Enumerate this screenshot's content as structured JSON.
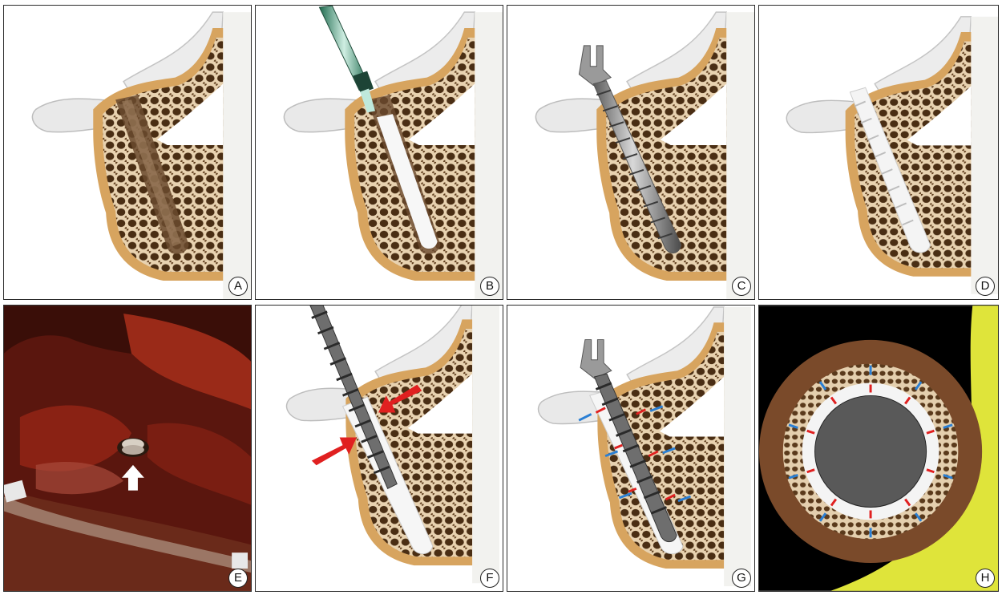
{
  "panels": [
    {
      "id": "A",
      "label": "A",
      "content": "vertebra-with-cavity"
    },
    {
      "id": "B",
      "label": "B",
      "content": "cement-injection"
    },
    {
      "id": "C",
      "label": "C",
      "content": "screw-insertion"
    },
    {
      "id": "D",
      "label": "D",
      "content": "screw-in-cement"
    },
    {
      "id": "E",
      "label": "E",
      "content": "intraoperative-photo"
    },
    {
      "id": "F",
      "label": "F",
      "content": "screw-with-compression-arrows"
    },
    {
      "id": "G",
      "label": "G",
      "content": "screw-with-force-arrows"
    },
    {
      "id": "H",
      "label": "H",
      "content": "cross-section"
    }
  ],
  "colors": {
    "bone_outer": "#d7a45f",
    "bone_inner": "#4a2e14",
    "cement": "#f6f6f6",
    "screw": "#8c8c8c",
    "red_arrow": "#e02020",
    "blue_arrow": "#2a7fd4",
    "yellow": "#dfe43a",
    "cortex_brown": "#7a4a2a",
    "photo_bg": "#6e1c12"
  }
}
